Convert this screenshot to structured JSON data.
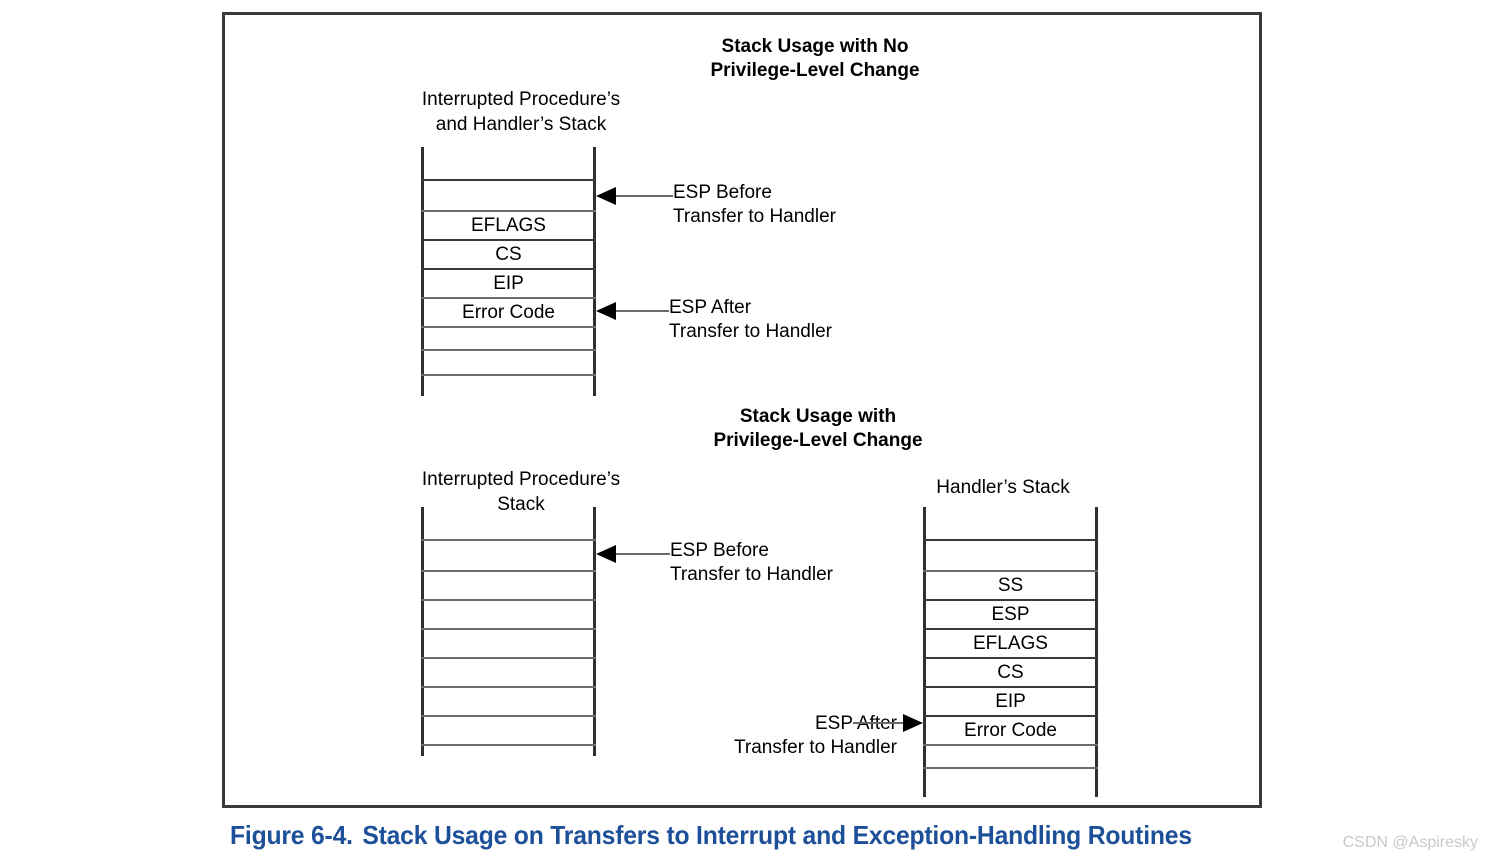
{
  "figure": {
    "caption_number": "Figure 6-4.",
    "caption_text": "Stack Usage on Transfers to Interrupt and Exception-Handling Routines",
    "caption_color": "#1d5099"
  },
  "watermark": {
    "text": "CSDN @Aspiresky"
  },
  "sections": [
    {
      "id": "no-privilege-change",
      "title": "Stack Usage with No\nPrivilege-Level Change",
      "stacks": [
        {
          "id": "interrupted-and-handler-stack",
          "caption": "Interrupted Procedure’s\nand Handler’s Stack",
          "cells": [
            "",
            "",
            "EFLAGS",
            "CS",
            "EIP",
            "Error Code",
            "",
            "",
            ""
          ]
        }
      ],
      "annotations": [
        {
          "id": "esp-before",
          "text": "ESP Before\nTransfer to Handler",
          "direction": "left"
        },
        {
          "id": "esp-after",
          "text": "ESP After\nTransfer to Handler",
          "direction": "left"
        }
      ]
    },
    {
      "id": "privilege-change",
      "title": "Stack Usage with\nPrivilege-Level Change",
      "stacks": [
        {
          "id": "interrupted-procedure-stack",
          "caption": "Interrupted Procedure’s\nStack",
          "cells": [
            "",
            "",
            "",
            "",
            "",
            "",
            "",
            "",
            ""
          ]
        },
        {
          "id": "handler-stack",
          "caption": "Handler’s Stack",
          "cells": [
            "",
            "",
            "SS",
            "ESP",
            "EFLAGS",
            "CS",
            "EIP",
            "Error Code",
            "",
            ""
          ]
        }
      ],
      "annotations": [
        {
          "id": "esp-before",
          "text": "ESP Before\nTransfer to Handler",
          "direction": "left"
        },
        {
          "id": "esp-after",
          "text": "ESP After\nTransfer to Handler",
          "direction": "right"
        }
      ]
    }
  ]
}
